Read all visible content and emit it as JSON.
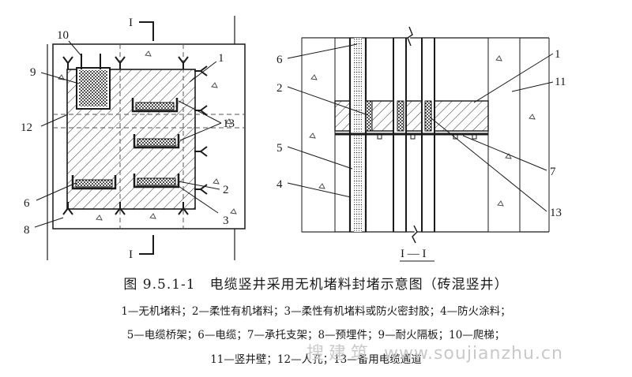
{
  "plan_view": {
    "section_mark_top": "I",
    "section_mark_bottom": "I",
    "callouts": [
      "10",
      "9",
      "12",
      "1",
      "13",
      "2",
      "6",
      "3",
      "8"
    ]
  },
  "section_view": {
    "title": "I — I",
    "callouts": [
      "6",
      "2",
      "5",
      "4",
      "1",
      "11",
      "7",
      "13"
    ]
  },
  "caption": "图 9.5.1-1　电缆竖井采用无机堵料封堵示意图（砖混竖井）",
  "legend": {
    "line1": "1—无机堵料；2—柔性有机堵料；3—柔性有机堵料或防火密封胶；4—防火涂料；",
    "line2": "5—电缆桥架；6—电缆；7—承托支架；8—预埋件；9—耐火隔板；10—爬梯；",
    "line3": "11—竖井壁；12—人孔；13—备用电缆通道"
  },
  "watermark": {
    "cn": "搜建筑",
    "url": "www.soujianzhu.cn"
  }
}
